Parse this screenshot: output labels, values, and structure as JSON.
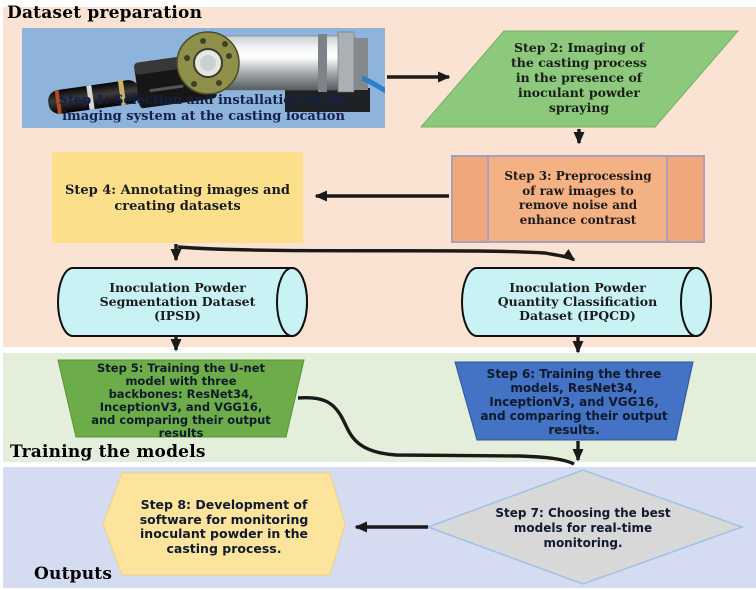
{
  "bands": {
    "dataset": {
      "label": "Dataset preparation"
    },
    "training": {
      "label": "Training the models"
    },
    "outputs": {
      "label": "Outputs"
    }
  },
  "nodes": {
    "step1": {
      "caption": "Step 1: Selection and installation of the\nimaging system at the casting location"
    },
    "step2": {
      "text": "Step 2: Imaging of\nthe casting process\nin the presence of\ninoculant powder\nspraying"
    },
    "step3": {
      "text": "Step 3: Preprocessing\nof raw images to\nremove noise and\nenhance contrast"
    },
    "step4": {
      "text": "Step 4: Annotating images and\ncreating datasets"
    },
    "ipsd": {
      "text": "Inoculation Powder\nSegmentation Dataset\n(IPSD)"
    },
    "ipqcd": {
      "text": "Inoculation Powder\nQuantity Classification\nDataset (IPQCD)"
    },
    "step5": {
      "text": "Step 5: Training the U-net\nmodel with three\nbackbones: ResNet34,\nInceptionV3, and VGG16,\nand comparing their output\nresults"
    },
    "step6": {
      "text": "Step 6: Training the three\nmodels, ResNet34,\nInceptionV3, and VGG16,\nand comparing their output\nresults."
    },
    "step7": {
      "text": "Step 7: Choosing the best\nmodels for real-time\nmonitoring."
    },
    "step8": {
      "text": "Step 8: Development of\nsoftware for monitoring\ninoculant powder in the\ncasting process."
    }
  },
  "colors": {
    "band_dataset": "#fae3d3",
    "band_training": "#e3efda",
    "band_outputs": "#d5dcf1",
    "photo_bg": "#8fb4dc",
    "step2_fill": "#8cc97c",
    "step2_border": "#74b25e",
    "step3_fill": "#f4b183",
    "step3_side": "#f0a87b",
    "step3_border": "#a6a0bc",
    "step4_fill": "#fbdf8b",
    "cylinder_fill": "#c9f2f4",
    "cylinder_border": "#111111",
    "step5_fill": "#6cad49",
    "step5_border": "#5a9138",
    "step6_fill": "#4472c4",
    "step6_border": "#2f5597",
    "step7_fill": "#d8d8d8",
    "step7_border": "#9dc3e6",
    "step8_fill": "#fce49c",
    "step8_border": "#edd27d",
    "arrow": "#1a1a1a"
  }
}
